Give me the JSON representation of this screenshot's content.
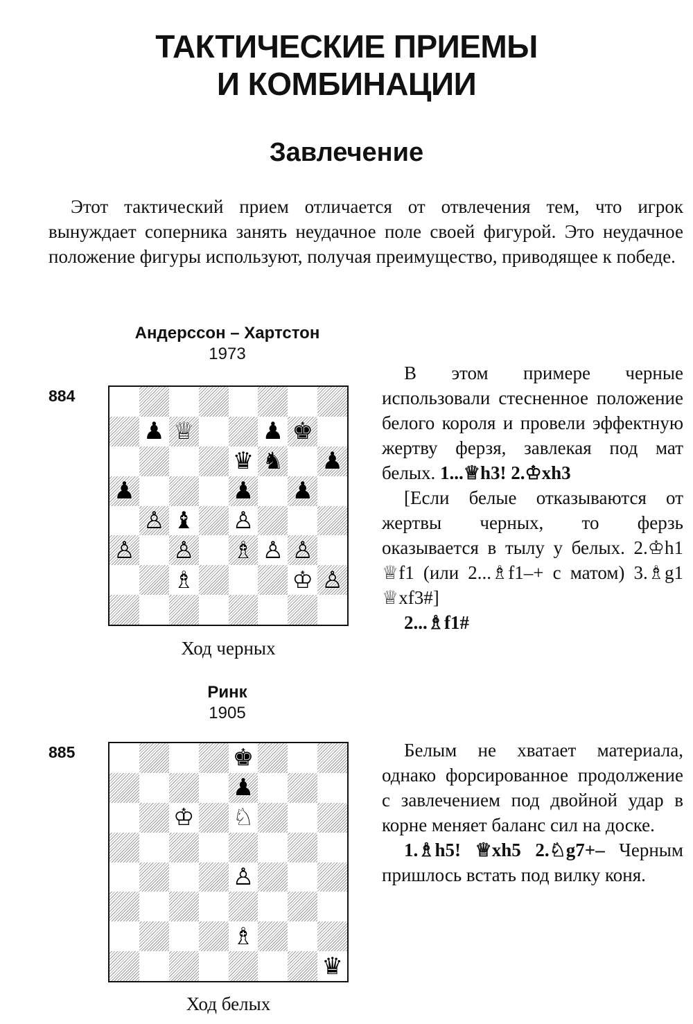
{
  "page": {
    "title_line1": "ТАКТИЧЕСКИЕ ПРИЕМЫ",
    "title_line2": "И КОМБИНАЦИИ",
    "section_title": "Завлечение",
    "intro": "Этот тактический прием отличается от отвлечения тем, что игрок вынуждает соперника занять неудачное поле своей фигурой. Это неудачное положение фигуры используют, получая преимущество, приводящее к победе."
  },
  "diagrams": [
    {
      "number": "884",
      "players": "Андерссон – Хартстон",
      "year": "1973",
      "caption": "Ход черных",
      "pieces": {
        "b7": "♟",
        "c7": "♕",
        "f7": "♟",
        "g7": "♚",
        "e6": "♛",
        "f6": "♞",
        "h6": "♟",
        "a5": "♟",
        "e5": "♟",
        "g5": "♟",
        "b4": "♙",
        "c4": "♝",
        "e4": "♙",
        "a3": "♙",
        "c3": "♙",
        "e3": "♗",
        "f3": "♙",
        "g3": "♙",
        "c2": "♗",
        "g2": "♔",
        "h2": "♙"
      },
      "commentary": {
        "p1": "В этом примере черные использовали стесненное положение белого короля и провели эффектную жертву ферзя, завлекая под мат белых.",
        "p1_moves": "1...♕h3! 2.♔xh3",
        "p2": "[Если белые отказываются от жертвы черных, то ферзь оказывается в тылу у белых. 2.♔h1 ♕f1 (или 2...♗f1–+ с матом) 3.♗g1 ♕xf3#]",
        "p3_moves": "2...♗f1#"
      }
    },
    {
      "number": "885",
      "players": "Ринк",
      "year": "1905",
      "caption": "Ход белых",
      "pieces": {
        "e8": "♚",
        "e7": "♟",
        "c6": "♔",
        "e6": "♘",
        "e4": "♙",
        "e2": "♗",
        "h1": "♛"
      },
      "commentary": {
        "p1": "Белым не хватает материала, однако форсированное продолжение с завлечением под двойной удар в корне меняет баланс сил на доске.",
        "p2_moves": "1.♗h5! ♕xh5 2.♘g7+–",
        "p2_text": "Черным пришлось встать под вилку коня."
      }
    }
  ]
}
